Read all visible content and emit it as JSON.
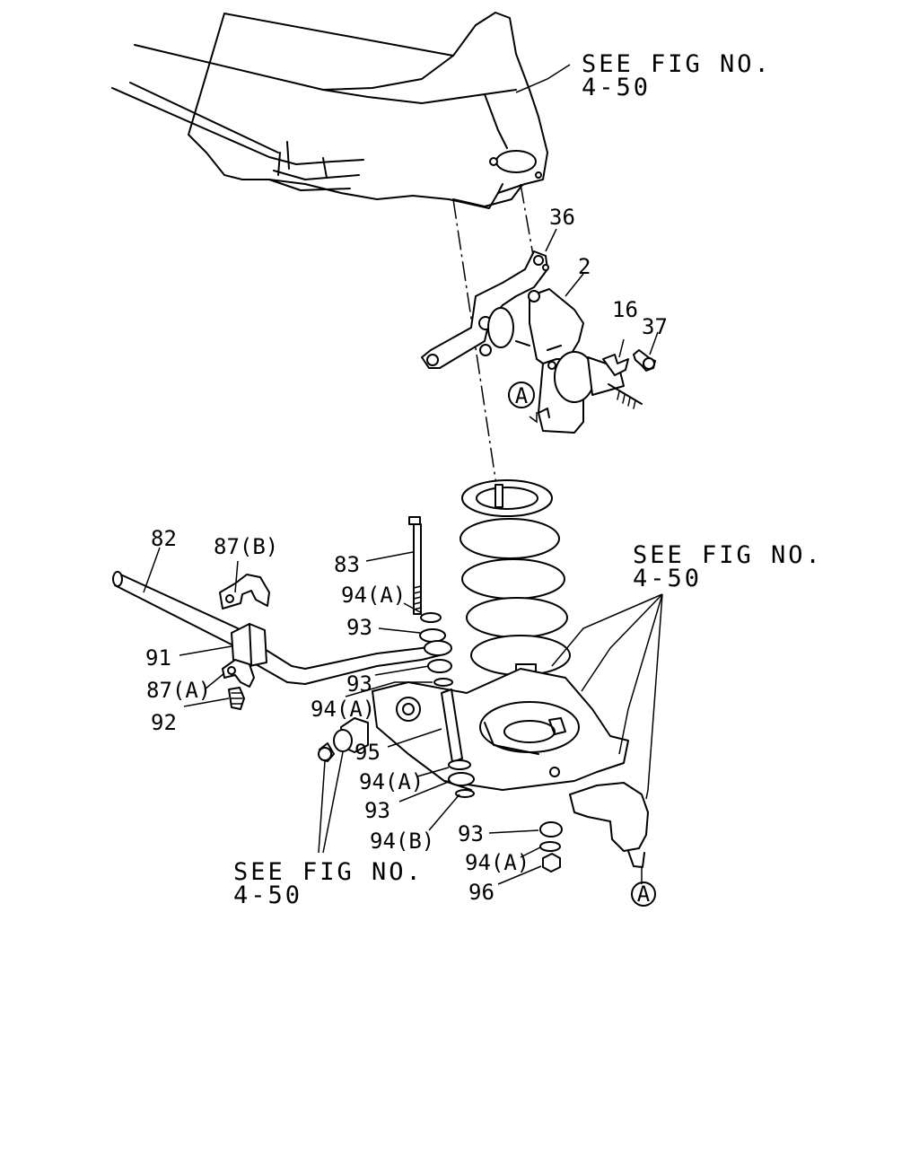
{
  "references": {
    "top": {
      "line1": "SEE FIG NO.",
      "line2": "4-50"
    },
    "right": {
      "line1": "SEE FIG NO.",
      "line2": "4-50"
    },
    "bottom": {
      "line1": "SEE FIG NO.",
      "line2": "4-50"
    }
  },
  "callouts": {
    "p36": "36",
    "p2": "2",
    "p16": "16",
    "p37": "37",
    "p82": "82",
    "p87b": "87(B)",
    "p83": "83",
    "p94a_1": "94(A)",
    "p93_1": "93",
    "p91": "91",
    "p93_2": "93",
    "p87a": "87(A)",
    "p94a_2": "94(A)",
    "p92": "92",
    "p95": "95",
    "p94a_3": "94(A)",
    "p93_3": "93",
    "p94b": "94(B)",
    "p93_4": "93",
    "p94a_4": "94(A)",
    "p96": "96"
  },
  "markers": {
    "a_top": "A",
    "a_bottom": "A"
  }
}
